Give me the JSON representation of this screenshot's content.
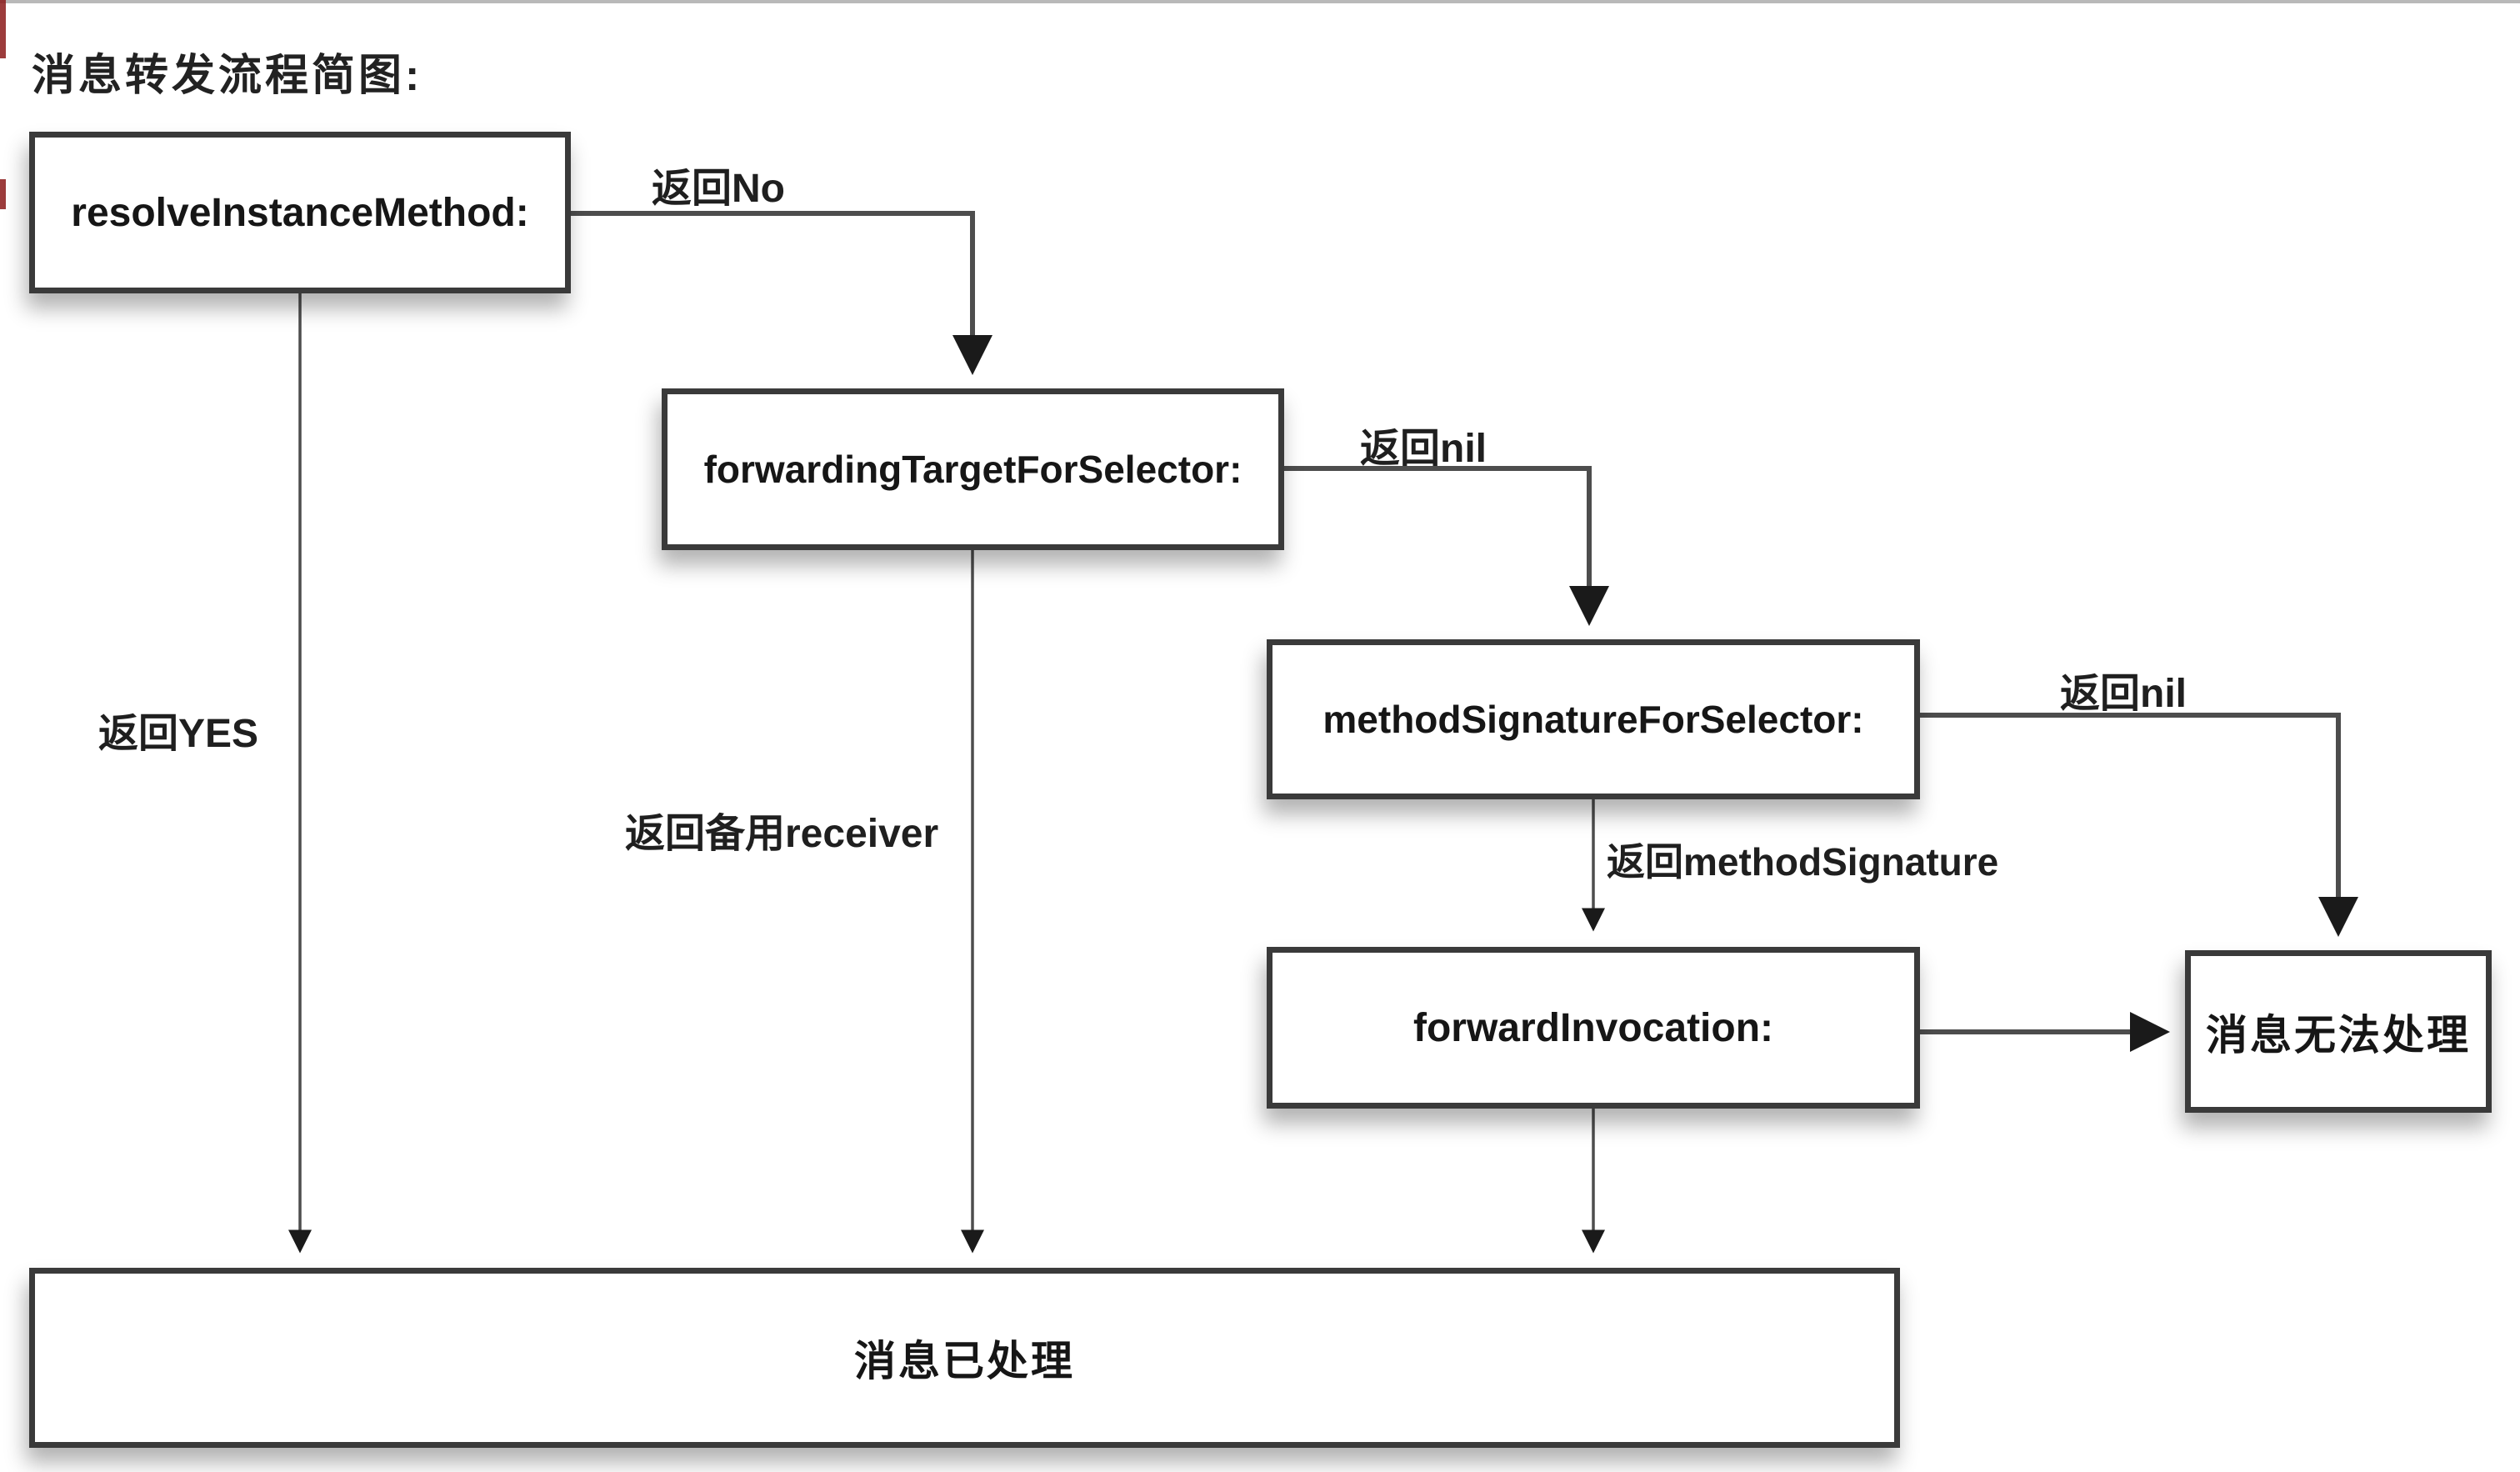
{
  "title": "消息转发流程简图:",
  "nodes": {
    "resolve": {
      "label": "resolveInstanceMethod:"
    },
    "forwarding_target": {
      "label": "forwardingTargetForSelector:"
    },
    "method_signature": {
      "label": "methodSignatureForSelector:"
    },
    "forward_invocation": {
      "label": "forwardInvocation:"
    },
    "unhandled": {
      "label": "消息无法处理"
    },
    "handled": {
      "label": "消息已处理"
    }
  },
  "edge_labels": {
    "return_no": "返回No",
    "return_yes": "返回YES",
    "return_nil_1": "返回nil",
    "return_backup_receiver": "返回备用receiver",
    "return_nil_2": "返回nil",
    "return_method_signature": "返回methodSignature"
  },
  "colors": {
    "background": "#ffffff",
    "box_border": "#3a3a3a",
    "edge_stroke": "#4d4d4d",
    "arrow_fill": "#1a1a1a",
    "text": "#161616"
  }
}
